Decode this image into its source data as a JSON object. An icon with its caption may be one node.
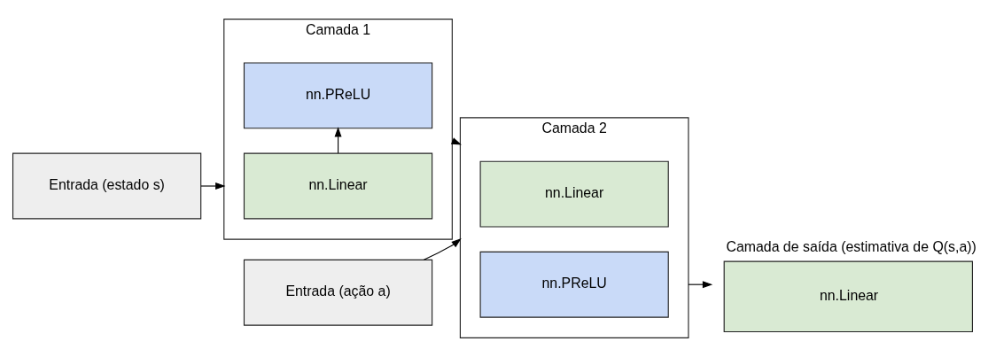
{
  "diagram": {
    "nodes": [
      {
        "text": [
          "Entrada (estado s)"
        ]
      },
      {
        "text": [
          "Camada 1"
        ]
      },
      {
        "text": [
          "nn.Linear"
        ],
        "in": 1
      },
      {
        "text": [
          "nn.PReLU"
        ],
        "in": 1
      },
      {
        "text": [
          "Entrada (ação a)"
        ]
      },
      {
        "text": [
          "Camada 2"
        ]
      },
      {
        "text": [
          "nn.Linear"
        ],
        "in": 5
      },
      {
        "text": [
          "nn.PReLU"
        ],
        "in": 5
      },
      {
        "text": [
          "Camada de saída (estimativa de Q(s,a))",
          "nn.Linear"
        ]
      }
    ],
    "edges": [
      {
        "from": 0,
        "to": 1,
        "arrow": "to"
      },
      {
        "from": 2,
        "to": 3,
        "arrow": "to"
      },
      {
        "from": 1,
        "to": 5,
        "arrow": "to"
      },
      {
        "from": 4,
        "to": 5,
        "arrow": "to"
      },
      {
        "from": 5,
        "to": 8,
        "arrow": "to"
      }
    ]
  }
}
